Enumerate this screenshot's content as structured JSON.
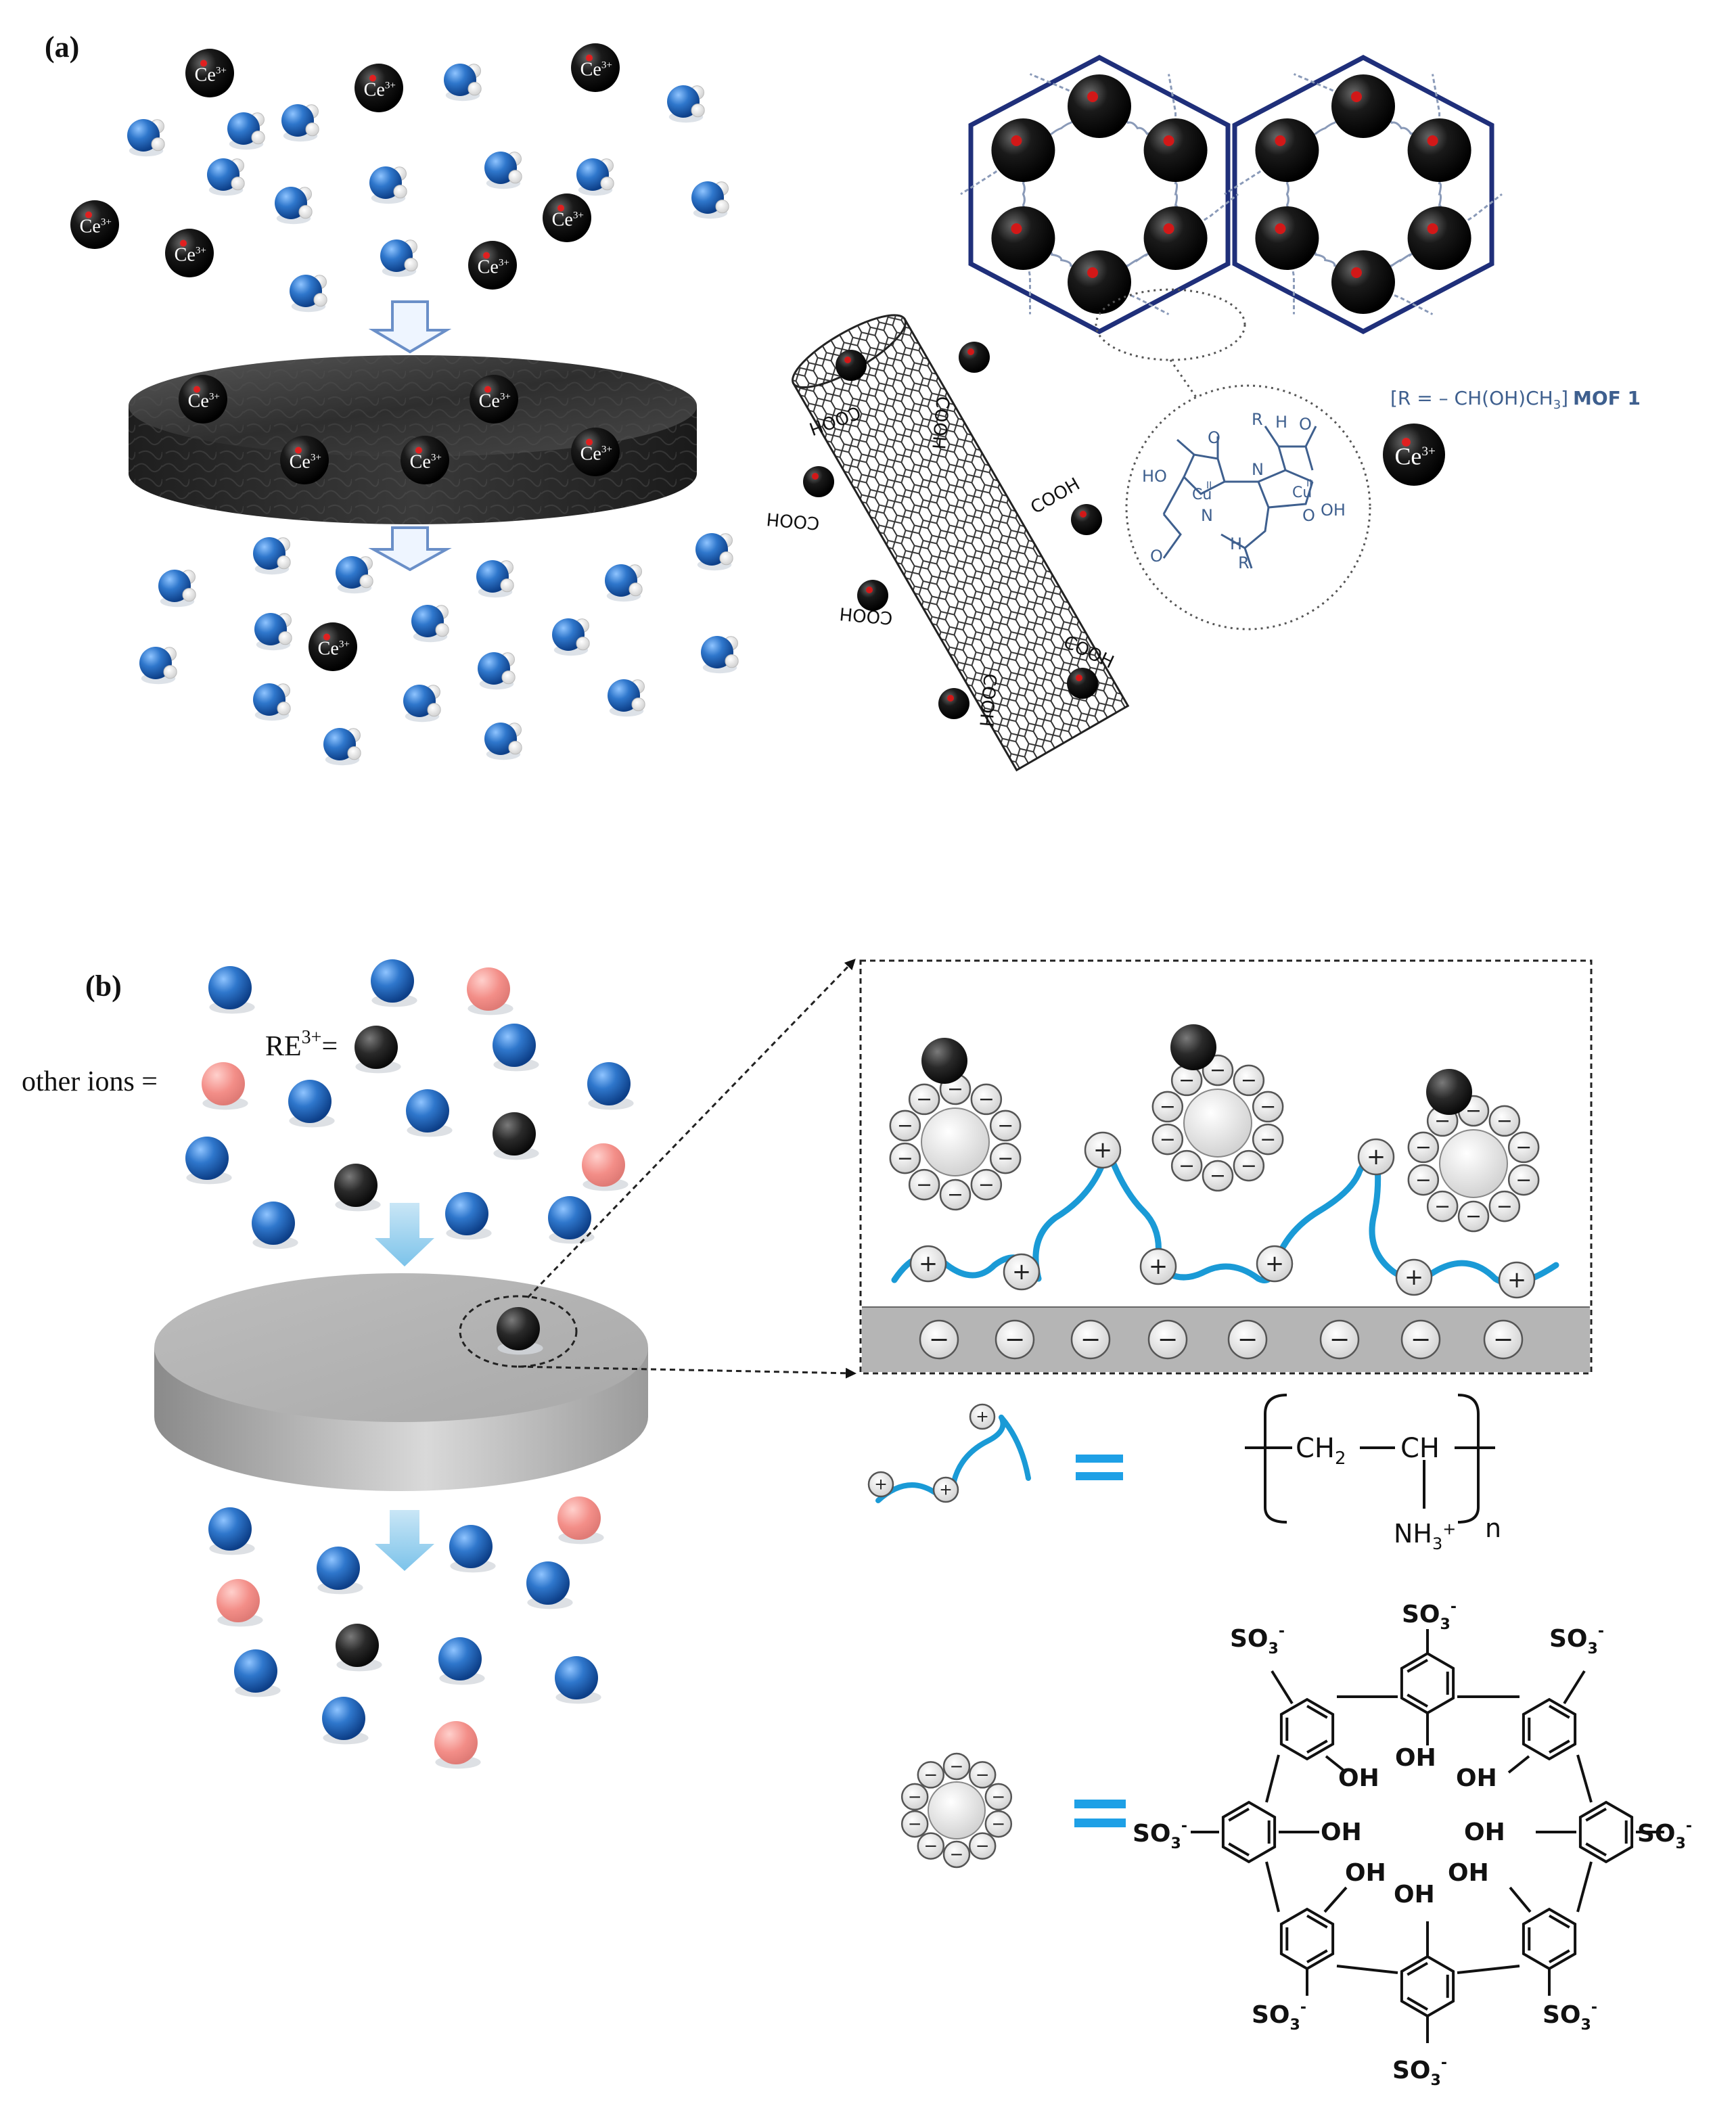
{
  "panel_a": {
    "label": "(a)",
    "ion_label": "Ce",
    "ion_charge": "3+",
    "cnt_group": "COOH",
    "mof_formula": "[R = – CH(OH)CH",
    "mof_formula_sub": "3",
    "mof_formula_end": "]",
    "mof_name": "MOF 1",
    "ligand": {
      "ho": "HO",
      "oh": "OH",
      "cu": "Cu",
      "cu_charge": "II",
      "n": "N",
      "o": "O",
      "r": "R",
      "h": "H"
    }
  },
  "panel_b": {
    "label": "(b)",
    "re_label": "RE",
    "re_charge": "3+",
    "equals": "=",
    "other_ions_label": "other ions =",
    "plus": "+",
    "minus": "−",
    "polymer": {
      "ch2": "CH",
      "ch2_sub": "2",
      "ch": "CH",
      "nh3": "NH",
      "nh3_sub": "3",
      "nh3_sup": "+",
      "n": "n"
    },
    "calixarene": {
      "so3": "SO",
      "so3_sub": "3",
      "so3_sup": "-",
      "oh": "OH"
    }
  },
  "colors": {
    "water_blue": "#1f63b8",
    "ce_black": "#111111",
    "other_ion_pink": "#f08a86",
    "mof_frame": "#1f2f7a",
    "mof_text": "#3e5f8e",
    "linker_blue": "#1a9ad6",
    "equal_blue": "#1ea0e6",
    "disk_gray": "#b9b9b9"
  }
}
